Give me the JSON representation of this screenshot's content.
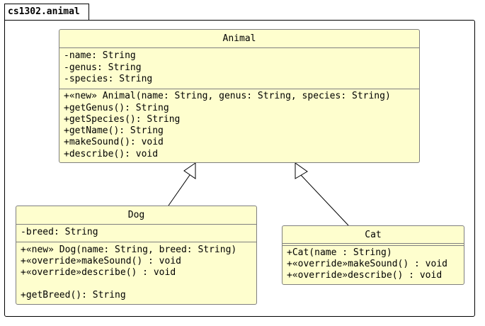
{
  "package": {
    "name": "cs1302.animal"
  },
  "classes": {
    "animal": {
      "name": "Animal",
      "fields": [
        "-name: String",
        "-genus: String",
        "-species: String"
      ],
      "methods": [
        "+«new» Animal(name: String, genus: String, species: String)",
        "+getGenus(): String",
        "+getSpecies(): String",
        "+getName(): String",
        "+makeSound(): void",
        "+describe(): void"
      ]
    },
    "dog": {
      "name": "Dog",
      "fields": [
        "-breed: String"
      ],
      "methods": [
        "+«new» Dog(name: String, breed: String)",
        "+«override»makeSound() : void",
        "+«override»describe() : void",
        "",
        "+getBreed(): String"
      ]
    },
    "cat": {
      "name": "Cat",
      "fields": [],
      "methods": [
        "+Cat(name : String)",
        "+«override»makeSound() : void",
        "+«override»describe() : void"
      ]
    }
  },
  "relations": [
    {
      "type": "inheritance",
      "from": "Dog",
      "to": "Animal"
    },
    {
      "type": "inheritance",
      "from": "Cat",
      "to": "Animal"
    }
  ]
}
